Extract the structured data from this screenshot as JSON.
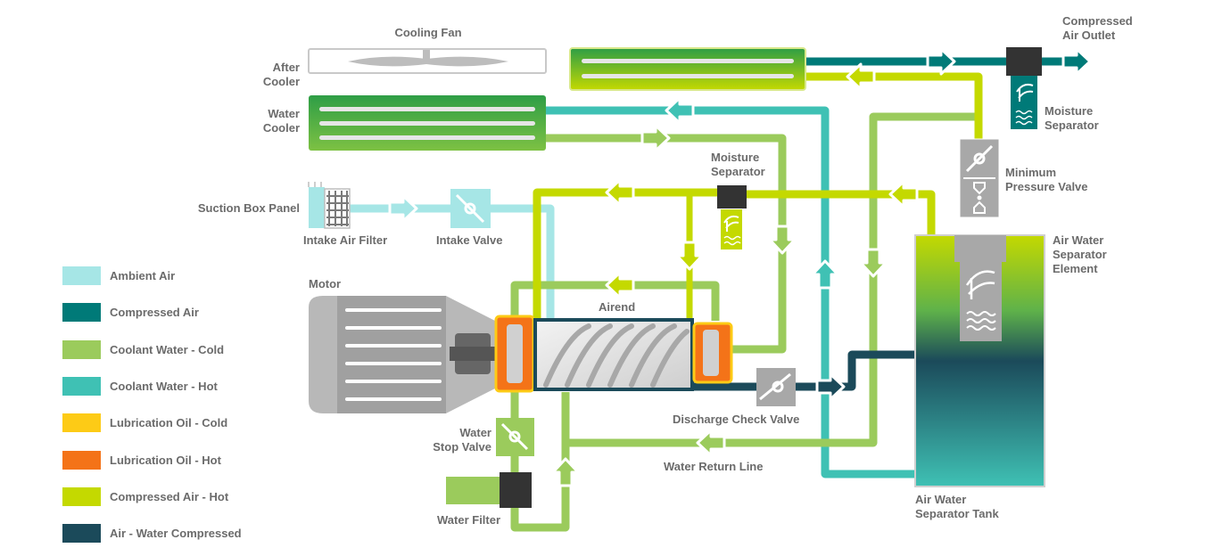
{
  "colors": {
    "ambient_air": "#A6E6E6",
    "compressed_air": "#007A78",
    "coolant_cold": "#9BCB5C",
    "coolant_hot": "#3FC1B4",
    "oil_cold": "#FDCB16",
    "oil_hot": "#F47318",
    "compressed_air_hot": "#C4D900",
    "air_water": "#1B4A5A",
    "component_gray": "#A8A8A8",
    "dark_gray": "#333333",
    "label_gray": "#6B6B6B"
  },
  "labels": {
    "cooling_fan": "Cooling Fan",
    "after_cooler": "After\nCooler",
    "water_cooler": "Water\nCooler",
    "suction_box_panel": "Suction Box Panel",
    "intake_air_filter": "Intake Air Filter",
    "intake_valve": "Intake Valve",
    "motor": "Motor",
    "airend": "Airend",
    "moisture_separator_mid": "Moisture\nSeparator",
    "moisture_separator_right": "Moisture\nSeparator",
    "compressed_air_outlet": "Compressed\nAir Outlet",
    "minimum_pressure_valve": "Minimum\nPressure Valve",
    "air_water_separator_element": "Air Water\nSeparator\nElement",
    "discharge_check_valve": "Discharge Check Valve",
    "water_stop_valve": "Water\nStop Valve",
    "water_return_line": "Water Return Line",
    "water_filter": "Water Filter",
    "air_water_separator_tank": "Air Water\nSeparator Tank"
  },
  "legend": [
    {
      "label": "Ambient Air",
      "color": "#A6E6E6"
    },
    {
      "label": "Compressed Air",
      "color": "#007A78"
    },
    {
      "label": "Coolant Water - Cold",
      "color": "#9BCB5C"
    },
    {
      "label": "Coolant Water - Hot",
      "color": "#3FC1B4"
    },
    {
      "label": "Lubrication Oil - Cold",
      "color": "#FDCB16"
    },
    {
      "label": "Lubrication Oil - Hot",
      "color": "#F47318"
    },
    {
      "label": "Compressed Air - Hot",
      "color": "#C4D900"
    },
    {
      "label": "Air - Water Compressed",
      "color": "#1B4A5A"
    }
  ]
}
